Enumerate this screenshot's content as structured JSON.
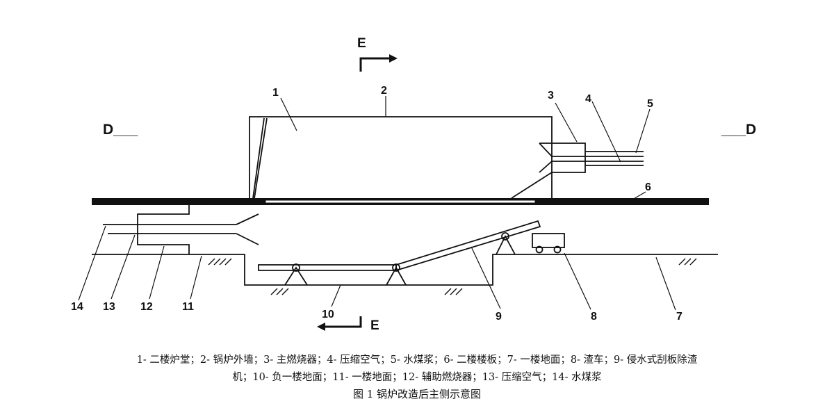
{
  "section_marks": {
    "e_top": "E",
    "e_bottom": "E",
    "d_left": "D___",
    "d_right": "___D"
  },
  "callouts": {
    "n1": "1",
    "n2": "2",
    "n3": "3",
    "n4": "4",
    "n5": "5",
    "n6": "6",
    "n7": "7",
    "n8": "8",
    "n9": "9",
    "n10": "10",
    "n11": "11",
    "n12": "12",
    "n13": "13",
    "n14": "14"
  },
  "caption": {
    "line1": "1- 二楼炉堂；2- 锅炉外墙；3- 主燃烧器；4- 压缩空气；5- 水煤浆；6- 二楼楼板；7- 一楼地面；8- 渣车；9- 侵水式刮板除渣",
    "line2": "机；10- 负一楼地面；11- 一楼地面；12- 辅助燃烧器；13- 压缩空气；14- 水煤浆",
    "title": "图 1  锅炉改造后主侧示意图"
  }
}
